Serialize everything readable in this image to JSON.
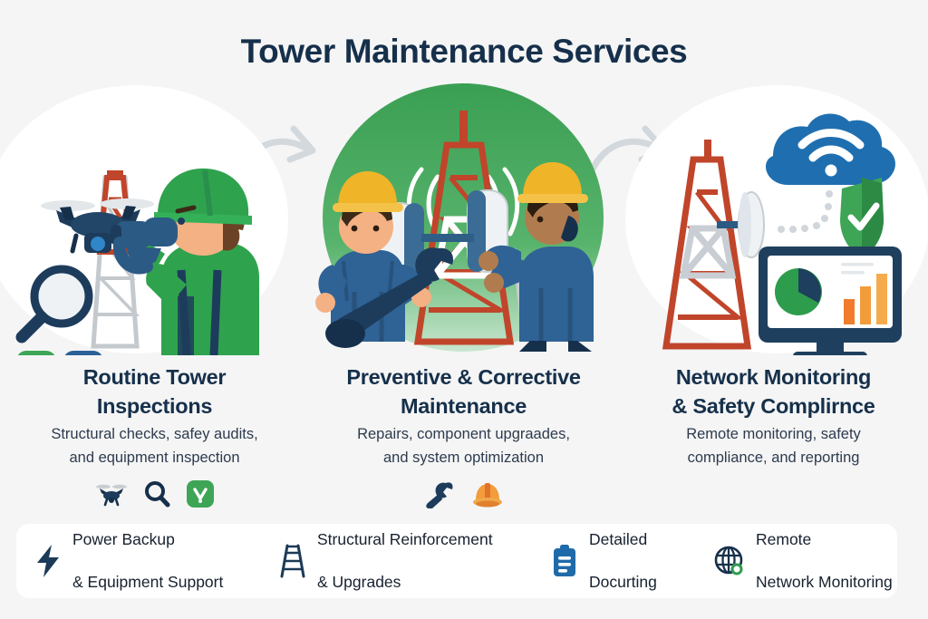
{
  "page": {
    "title": "Tower Maintenance Services",
    "background_color": "#f5f5f5",
    "title_color": "#16304b"
  },
  "colors": {
    "navy": "#16304b",
    "tower_red": "#c0452a",
    "green": "#3ea556",
    "green_circle": "#3ea556",
    "blue": "#1f6aa8",
    "cloud_blue": "#1f6fb0",
    "orange": "#f08a2c",
    "hardhat_yellow": "#f0b429",
    "uniform_blue": "#2f6295",
    "arrow_gray": "#d3d8dd",
    "card_white": "#ffffff"
  },
  "panels": [
    {
      "id": "routine-tower-inspections",
      "title": "Routine Tower\nInspections",
      "title_line1": "Routine Tower",
      "title_line2": "Inspections",
      "description_line1": "Structural checks, safey audits,",
      "description_line2": "and equipment inspection",
      "art_name": "inspector-with-drone-illustration",
      "icons": [
        {
          "name": "drone-icon",
          "color": "#16304b"
        },
        {
          "name": "magnifier-icon",
          "color": "#16304b"
        },
        {
          "name": "green-check-badge-icon",
          "color": "#3ea556"
        }
      ]
    },
    {
      "id": "preventive-corrective-maintenance",
      "title": "Preventive & Corrective\nMaintenance",
      "title_line1": "Preventive & Corrective",
      "title_line2": "Maintenance",
      "description_line1": "Repairs, component upgraades,",
      "description_line2": "and system optimization",
      "art_name": "two-technicians-on-tower-illustration",
      "icons": [
        {
          "name": "wrench-icon",
          "color": "#16304b"
        },
        {
          "name": "hardhat-icon",
          "color": "#f08a2c"
        }
      ]
    },
    {
      "id": "network-monitoring-safety-compliance",
      "title": "Network Monitoring\n& Safety Complirnce",
      "title_line1": "Network Monitoring",
      "title_line2": "& Safety Complirnce",
      "description_line1": "Remote monitoring, safety",
      "description_line2": "compliance, and reporting",
      "art_name": "tower-cloud-dashboard-illustration",
      "icons": []
    }
  ],
  "arrows": [
    {
      "name": "arrow-panel1-to-panel2",
      "color": "#d3d8dd"
    },
    {
      "name": "arrow-panel2-to-panel3",
      "color": "#d3d8dd"
    }
  ],
  "footer": {
    "items": [
      {
        "icon": "lightning-bolt-icon",
        "icon_color": "#1b3a57",
        "line1": "Power Backup",
        "line2": "& Equipment Support",
        "label": "Power Backup\n& Equipment Support"
      },
      {
        "icon": "ladder-icon",
        "icon_color": "#1b3a57",
        "line1": "Structural Reinforcement",
        "line2": "& Upgrades",
        "label": "Structural Reinforcement\n& Upgrades"
      },
      {
        "icon": "clipboard-document-icon",
        "icon_color": "#1f6aa8",
        "line1": "Detailed",
        "line2": "Docurting",
        "label": "Detailed\nDocurting"
      },
      {
        "icon": "globe-network-icon",
        "icon_color": "#16304b",
        "line1": "Remote",
        "line2": "Network Monitoring",
        "label": "Remote\nNetwork Monitoring"
      }
    ]
  }
}
